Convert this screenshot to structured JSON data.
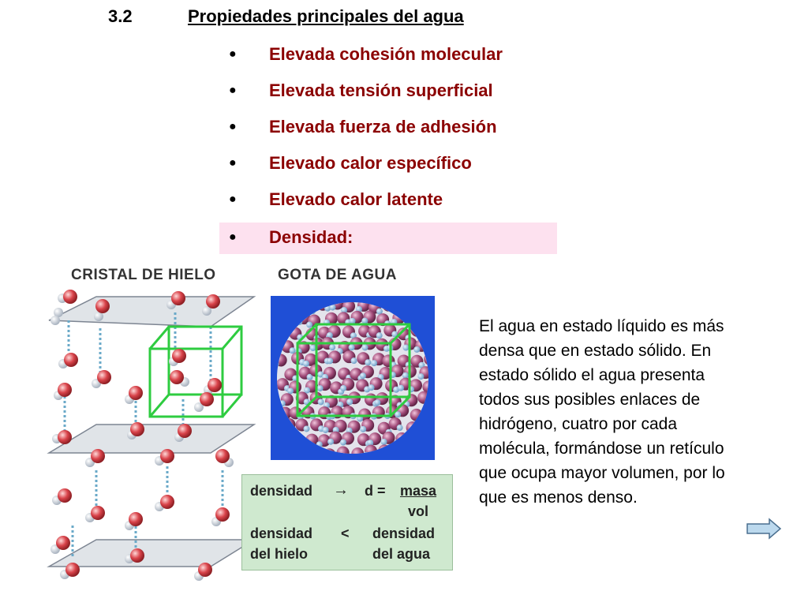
{
  "heading": {
    "number": "3.2",
    "title": "Propiedades principales del agua"
  },
  "bullets": [
    {
      "symbol": "●",
      "text": "Elevada cohesión molecular"
    },
    {
      "symbol": "●",
      "text": "Elevada tensión superficial"
    },
    {
      "symbol": "●",
      "text": "Elevada fuerza de adhesión"
    },
    {
      "symbol": "●",
      "text": "Elevado calor específico"
    },
    {
      "symbol": "●",
      "text": "Elevado calor latente"
    },
    {
      "symbol": "●",
      "text": "Densidad:"
    }
  ],
  "figures": {
    "ice_title": "CRISTAL DE HIELO",
    "drop_title": "GOTA DE AGUA"
  },
  "density_box": {
    "label": "densidad",
    "arrow": "→",
    "formula_left": "d =",
    "numerator": "masa",
    "denominator": "vol",
    "compare_left_1": "densidad",
    "compare_left_2": "del hielo",
    "operator": "<",
    "compare_right_1": "densidad",
    "compare_right_2": "del agua"
  },
  "paragraph": {
    "lines": [
      "El agua en estado líquido es más",
      "densa que en estado sólido. En",
      "estado sólido el agua presenta",
      "todos sus posibles enlaces de",
      "hidrógeno, cuatro por cada",
      "molécula, formándose un retículo",
      "que ocupa mayor volumen, por lo",
      "que es menos denso."
    ]
  },
  "colors": {
    "bullet_text": "#8b0000",
    "highlight": "#fde1ef",
    "drop_background": "#1f4fd6",
    "oxygen": "#d9434a",
    "drop_molecule": "#a04a78",
    "cube": "#2ecc40",
    "density_box": "#cfe9cf",
    "nav_arrow": "#bcd9ee"
  },
  "navigation": {
    "next_icon": "right-arrow-icon"
  }
}
